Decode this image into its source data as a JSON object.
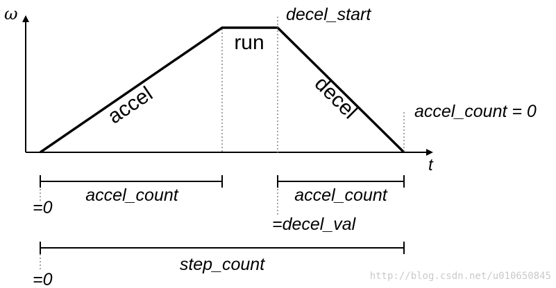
{
  "axes": {
    "y_label": "ω",
    "x_label": "t"
  },
  "segments": {
    "accel": "accel",
    "run": "run",
    "decel": "decel"
  },
  "markers": {
    "decel_start": "decel_start",
    "end_condition": "accel_count = 0"
  },
  "brackets": {
    "accel_count_left": "accel_count",
    "accel_count_right": "accel_count",
    "step_count": "step_count"
  },
  "values": {
    "accel_zero": "=0",
    "decel_val": "=decel_val",
    "step_zero": "=0"
  },
  "watermark": "http://blog.csdn.net/u010650845",
  "colors": {
    "line": "#000000",
    "dotted": "#666666",
    "watermark": "#c9c9c9"
  }
}
